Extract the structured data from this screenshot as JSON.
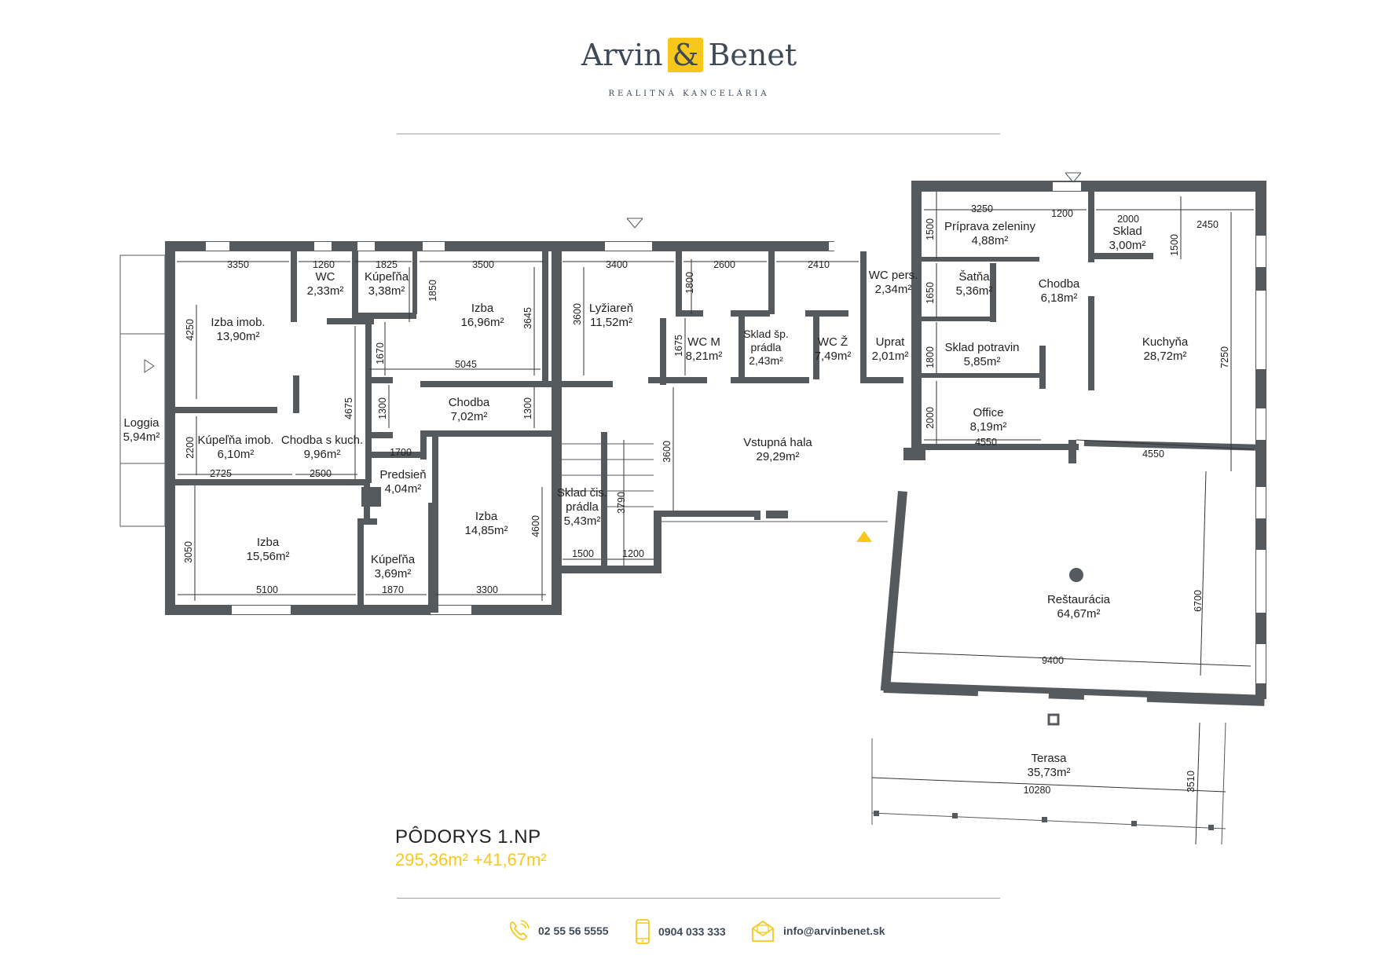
{
  "brand": {
    "name_left": "Arvin",
    "amp": "&",
    "name_right": "Benet",
    "tagline": "REALITNÁ KANCELÁRIA",
    "accent_color": "#f7c81b",
    "text_color": "#3e4a58"
  },
  "plan": {
    "title": "PÔDORYS 1.NP",
    "area_summary": "295,36m² +41,67m²",
    "wall_color": "#555a5f",
    "rooms": {
      "izba_imob": [
        "Izba imob.",
        "13,90m²"
      ],
      "wc": [
        "WC",
        "2,33m²"
      ],
      "kupelna_1": [
        "Kúpeľňa",
        "3,38m²"
      ],
      "izba_1": [
        "Izba",
        "16,96m²"
      ],
      "lyziaren": [
        "Lyžiareň",
        "11,52m²"
      ],
      "wc_m": [
        "WC M",
        "8,21m²"
      ],
      "sklad_sp_pradla": [
        "Sklad šp.",
        "prádla",
        "2,43m²"
      ],
      "wc_z": [
        "WC Ž",
        "7,49m²"
      ],
      "uprat": [
        "Uprat",
        "2,01m²"
      ],
      "wc_pers": [
        "WC pers.",
        "2,34m²"
      ],
      "loggia": [
        "Loggia",
        "5,94m²"
      ],
      "kupelna_imob": [
        "Kúpeľňa imob.",
        "6,10m²"
      ],
      "chodba_kuch": [
        "Chodba s kuch.",
        "9,96m²"
      ],
      "chodba_1": [
        "Chodba",
        "7,02m²"
      ],
      "predsien": [
        "Predsieň",
        "4,04m²"
      ],
      "izba_2": [
        "Izba",
        "15,56m²"
      ],
      "kupelna_2": [
        "Kúpeľňa",
        "3,69m²"
      ],
      "izba_3": [
        "Izba",
        "14,85m²"
      ],
      "sklad_cis_pradla": [
        "Sklad čis.",
        "prádla",
        "5,43m²"
      ],
      "vstupna_hala": [
        "Vstupná hala",
        "29,29m²"
      ],
      "priprava_zeleniny": [
        "Príprava zeleniny",
        "4,88m²"
      ],
      "sklad_1": [
        "Sklad",
        "3,00m²"
      ],
      "satna": [
        "Šatňa",
        "5,36m²"
      ],
      "chodba_2": [
        "Chodba",
        "6,18m²"
      ],
      "sklad_potravin": [
        "Sklad  potravin",
        "5,85m²"
      ],
      "kuchyna": [
        "Kuchyňa",
        "28,72m²"
      ],
      "office": [
        "Office",
        "8,19m²"
      ],
      "restauracia": [
        "Reštaurácia",
        "64,67m²"
      ],
      "terasa": [
        "Terasa",
        "35,73m²"
      ]
    },
    "dimensions": {
      "d3350": "3350",
      "d1260": "1260",
      "d1825": "1825",
      "d3500": "3500",
      "d3400": "3400",
      "d2600": "2600",
      "d2410": "2410",
      "d4250": "4250",
      "d1850": "1850",
      "d3645": "3645",
      "d3600a": "3600",
      "d1800a": "1800",
      "d1675": "1675",
      "d1670": "1670",
      "d5045": "5045",
      "d4675": "4675",
      "d1300a": "1300",
      "d1300b": "1300",
      "d2200": "2200",
      "d2725": "2725",
      "d2500": "2500",
      "d1700": "1700",
      "d3600b": "3600",
      "d3790": "3790",
      "d3050": "3050",
      "d5100": "5100",
      "d1870": "1870",
      "d3300": "3300",
      "d4600": "4600",
      "d1500a": "1500",
      "d1200a": "1200",
      "d3250": "3250",
      "d1200b": "1200",
      "d2000a": "2000",
      "d2450": "2450",
      "d1500b": "1500",
      "d1500c": "1500",
      "d1650": "1650",
      "d1800b": "1800",
      "d7250": "7250",
      "d2000b": "2000",
      "d4550a": "4550",
      "d4550b": "4550",
      "d6700": "6700",
      "d9400": "9400",
      "d10280": "10280",
      "d3510": "3510"
    }
  },
  "footer": {
    "phone": "02 55 56 5555",
    "mobile": "0904 033 333",
    "email": "info@arvinbenet.sk",
    "icons": [
      "phone-icon",
      "mobile-icon",
      "email-icon"
    ]
  }
}
